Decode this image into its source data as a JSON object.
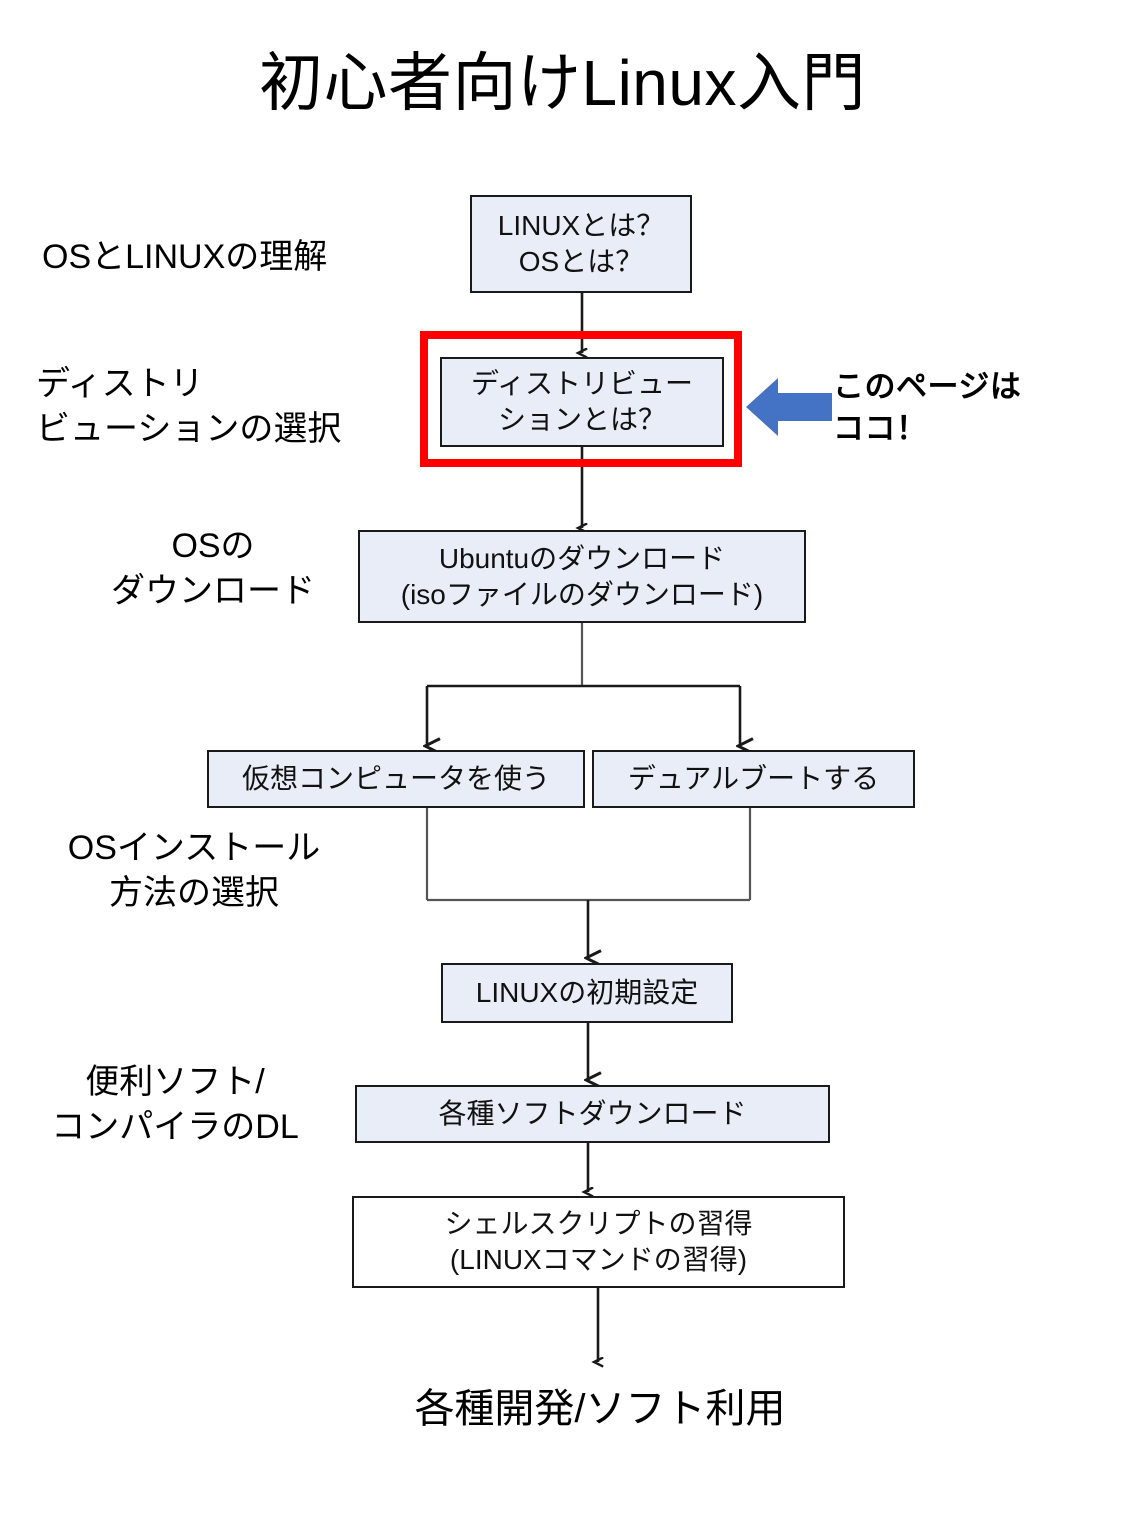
{
  "title": "初心者向けLinux入門",
  "accent_colors": {
    "node_fill": "#e8edf7",
    "node_border": "#1a1a1a",
    "highlight": "#ff0000",
    "callout_arrow": "#4472c4",
    "background": "#ffffff"
  },
  "stage_labels": [
    {
      "id": "understand-os-linux",
      "text": "OSとLINUXの理解"
    },
    {
      "id": "choose-distribution",
      "text": "ディストリ\nビューションの選択"
    },
    {
      "id": "download-os",
      "text": "OSの\nダウンロード"
    },
    {
      "id": "choose-install-method",
      "text": "OSインストール\n方法の選択"
    },
    {
      "id": "useful-software-compiler-dl",
      "text": "便利ソフト/\nコンパイラのDL"
    }
  ],
  "nodes": [
    {
      "id": "what-is-linux-os",
      "text": "LINUXとは？\nOSとは？",
      "fill": "#e8edf7"
    },
    {
      "id": "what-is-distribution",
      "text": "ディストリビュー\nションとは？",
      "fill": "#e8edf7",
      "highlighted": true
    },
    {
      "id": "download-ubuntu",
      "text": "Ubuntuのダウンロード\n(isoファイルのダウンロード)",
      "fill": "#e8edf7"
    },
    {
      "id": "use-virtual-machine",
      "text": "仮想コンピュータを使う",
      "fill": "#e8edf7"
    },
    {
      "id": "dual-boot",
      "text": "デュアルブートする",
      "fill": "#e8edf7"
    },
    {
      "id": "linux-initial-setup",
      "text": "LINUXの初期設定",
      "fill": "#e8edf7"
    },
    {
      "id": "download-various-software",
      "text": "各種ソフトダウンロード",
      "fill": "#e8edf7"
    },
    {
      "id": "learn-shell-script",
      "text": "シェルスクリプトの習得\n(LINUXコマンドの習得)",
      "fill": "#ffffff"
    }
  ],
  "final_text": "各種開発/ソフト利用",
  "callout": {
    "text": "このページは\nココ！",
    "arrow_icon": "arrow-left-icon",
    "points_to": "what-is-distribution"
  }
}
